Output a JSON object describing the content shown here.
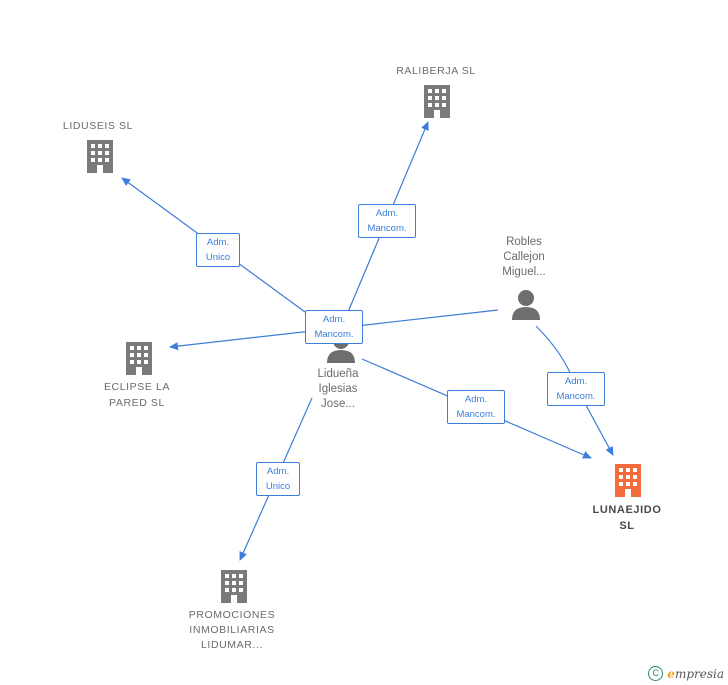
{
  "colors": {
    "edge": "#3b7dd8",
    "company_icon": "#7a7a7a",
    "focus_company_icon": "#f26b3a",
    "person_icon": "#6e6e6e",
    "label_text": "#6b6b6b"
  },
  "nodes": {
    "liduseis": {
      "label": "LIDUSEIS  SL",
      "icon": "building-icon"
    },
    "raliberja": {
      "label": "RALIBERJA  SL",
      "icon": "building-icon"
    },
    "eclipse": {
      "label": "ECLIPSE LA\nPARED  SL",
      "icon": "building-icon"
    },
    "lunaejido": {
      "label": "LUNAEJIDO\nSL",
      "icon": "building-icon"
    },
    "promociones": {
      "label": "PROMOCIONES\nINMOBILIARIAS\nLIDUMAR...",
      "icon": "building-icon"
    },
    "robles": {
      "label": "Robles\nCallejon\nMiguel...",
      "icon": "person-icon"
    },
    "liduena": {
      "label": "Lidueña\nIglesias\nJose...",
      "icon": "person-icon"
    }
  },
  "edges": {
    "to_liduseis": "Adm.\nUnico",
    "to_raliberja": "Adm.\nMancom.",
    "to_eclipse": "Adm.\nMancom.",
    "to_lunaejido_from_liduena": "Adm.\nMancom.",
    "to_lunaejido_from_robles": "Adm.\nMancom.",
    "to_promociones": "Adm.\nUnico"
  },
  "footer": {
    "copyright_symbol": "C",
    "brand_first": "e",
    "brand_rest": "mpresia"
  }
}
